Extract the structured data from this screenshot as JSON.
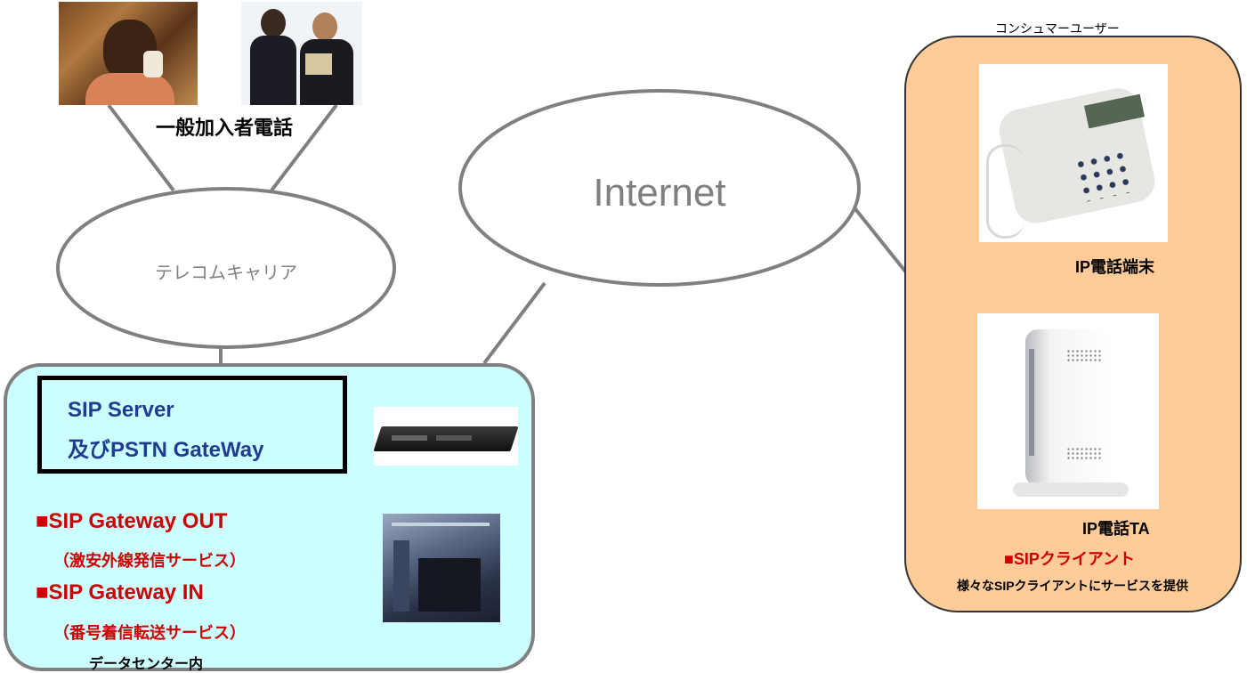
{
  "subscriber": {
    "label": "一般加入者電話"
  },
  "telecom": {
    "label": "テレコムキャリア"
  },
  "internet": {
    "label": "Internet"
  },
  "datacenter": {
    "server_line1": "SIP Server",
    "server_line2": "及びPSTN GateWay",
    "gw_out_title": "■SIP Gateway OUT",
    "gw_out_sub": "（激安外線発信サービス）",
    "gw_in_title": "■SIP Gateway IN",
    "gw_in_sub": "（番号着信転送サービス）",
    "footer": "データセンター内"
  },
  "consumer": {
    "header": "コンシュマーユーザー",
    "ip_phone": "IP電話端末",
    "ip_ta": "IP電話TA",
    "client_title": "■SIPクライアント",
    "client_sub": "様々なSIPクライアントにサービスを提供"
  },
  "colors": {
    "datacenter_fill": "#ccffff",
    "consumer_fill": "#ffcc99",
    "accent_red": "#cc0000",
    "line_gray": "#808080"
  }
}
